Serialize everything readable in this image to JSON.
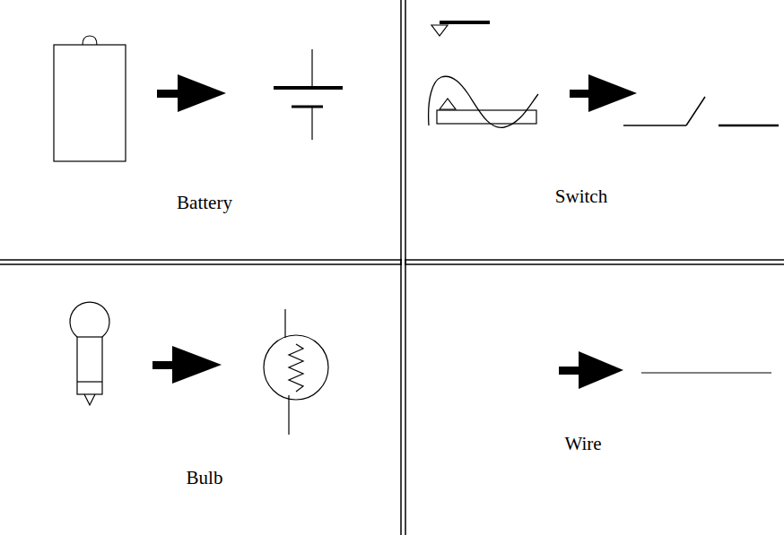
{
  "diagram": {
    "labels": [
      "Battery",
      "Switch",
      "Bulb",
      "Wire"
    ]
  }
}
